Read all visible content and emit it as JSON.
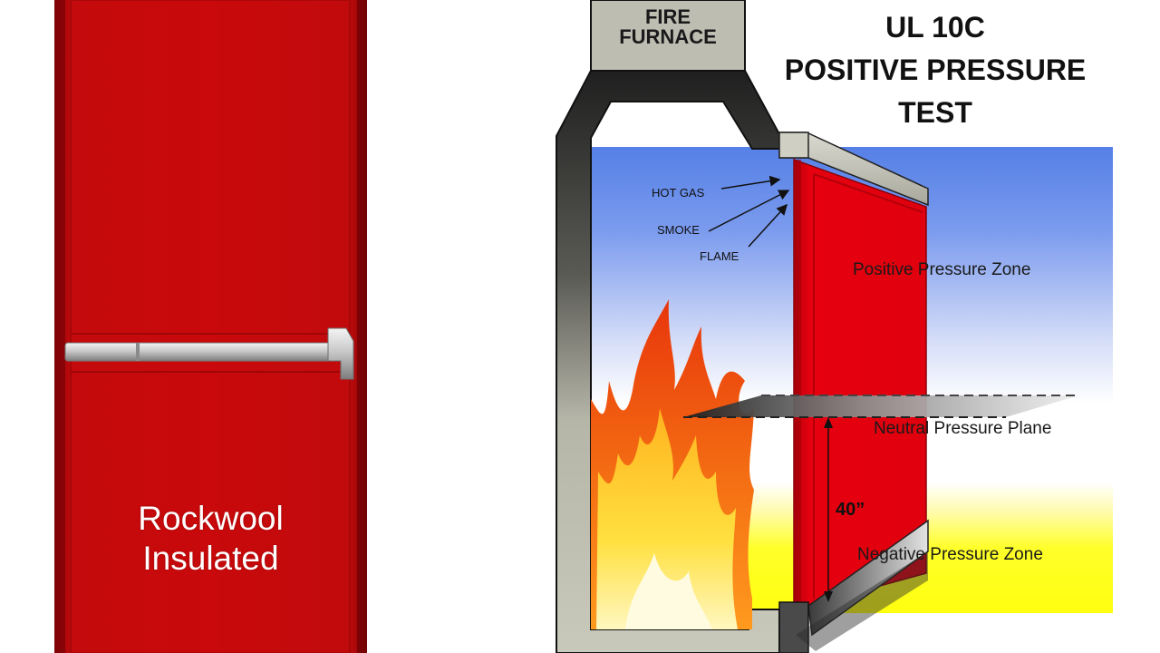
{
  "door": {
    "label_line1": "Rockwool",
    "label_line2": "Insulated",
    "color": "#c8080a"
  },
  "diagram": {
    "furnace_label_line1": "FIRE",
    "furnace_label_line2": "FURNACE",
    "title_line1": "UL 10C",
    "title_line2": "POSITIVE PRESSURE",
    "title_line3": "TEST",
    "hot_gas": "HOT GAS",
    "smoke": "SMOKE",
    "flame": "FLAME",
    "positive_zone": "Positive Pressure Zone",
    "neutral_plane": "Neutral Pressure Plane",
    "negative_zone": "Negative Pressure Zone",
    "dimension": "40”",
    "colors": {
      "positive": "#5b86e8",
      "negative": "#ffff1a",
      "door": "#e3000f",
      "furnace_wall": "#b8b8a8"
    }
  }
}
